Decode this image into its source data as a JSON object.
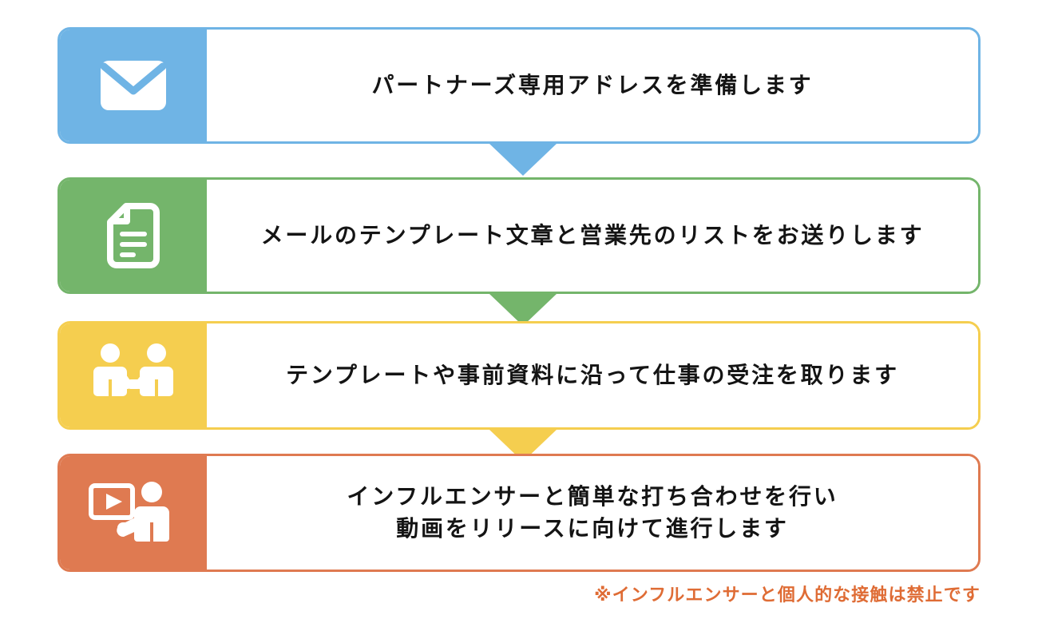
{
  "diagram": {
    "title": "partner-onboarding-flow",
    "colors": {
      "step1": "#6FB4E5",
      "step2": "#74B56B",
      "step3": "#F5CE4F",
      "step4": "#DF7A51",
      "footnote": "#DF6C35",
      "text": "#141414",
      "background": "#FFFFFF"
    },
    "steps": [
      {
        "index": "1",
        "icon": "envelope-icon",
        "color": "#6FB4E5",
        "text": "パートナーズ専用アドレスを準備します"
      },
      {
        "index": "2",
        "icon": "document-icon",
        "color": "#74B56B",
        "text": "メールのテンプレート文章と営業先のリストをお送りします"
      },
      {
        "index": "3",
        "icon": "handshake-people-icon",
        "color": "#F5CE4F",
        "text": "テンプレートや事前資料に沿って仕事の受注を取ります"
      },
      {
        "index": "4",
        "icon": "video-presentation-icon",
        "color": "#DF7A51",
        "text": "インフルエンサーと簡単な打ち合わせを行い\n動画をリリースに向けて進行します"
      }
    ],
    "connectors": [
      {
        "from": "1",
        "to": "2",
        "shape": "down-arrow",
        "color": "#6FB4E5"
      },
      {
        "from": "2",
        "to": "3",
        "shape": "down-arrow",
        "color": "#74B56B"
      },
      {
        "from": "3",
        "to": "4",
        "shape": "down-arrow",
        "color": "#F5CE4F"
      }
    ],
    "footnote": "※インフルエンサーと個人的な接触は禁止です"
  }
}
